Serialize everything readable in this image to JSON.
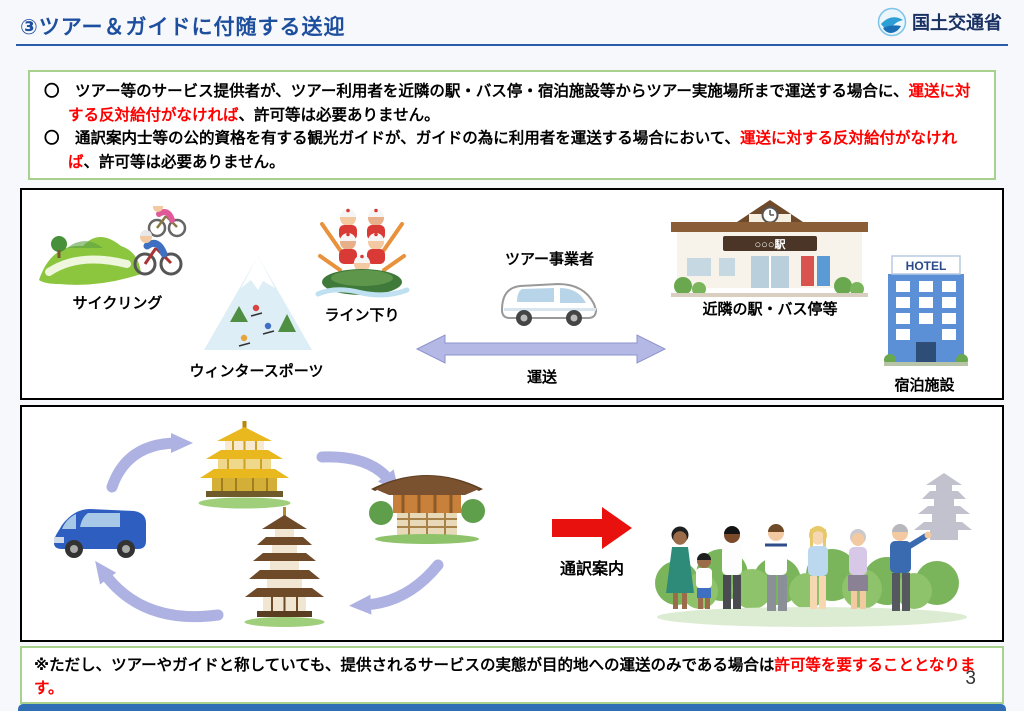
{
  "header": {
    "title": "③ツアー＆ガイドに付随する送迎",
    "agency": "国土交通省"
  },
  "intro": {
    "bullets": [
      {
        "pre": "〇　ツアー等のサービス提供者が、ツアー利用者を近隣の駅・バス停・宿泊施設等からツアー実施場所まで運送する場合に、",
        "red": "運送に対する反対給付がなければ",
        "post": "、許可等は必要ありません。"
      },
      {
        "pre": "〇　通訳案内士等の公的資格を有する観光ガイドが、ガイドの為に利用者を運送する場合において、",
        "red": "運送に対する反対給付がなければ",
        "post": "、許可等は必要ありません。"
      }
    ]
  },
  "diagram1": {
    "cycling_label": "サイクリング",
    "winter_label": "ウィンタースポーツ",
    "rafting_label": "ライン下り",
    "operator_label": "ツアー事業者",
    "transport_label": "運送",
    "station_label": "近隣の駅・バス停等",
    "station_sign": "○○○駅",
    "hotel_sign": "HOTEL",
    "accommodation_label": "宿泊施設"
  },
  "diagram2": {
    "guide_label": "通訳案内"
  },
  "note": {
    "pre": "※ただし、ツアーやガイドと称していても、提供されるサービスの実態が目的地への運送のみである場合は",
    "red": "許可等を要することとなります。"
  },
  "page_number": "3",
  "colors": {
    "title_blue": "#1d4f9e",
    "red_text": "#ff0000",
    "green_border": "#a9d18e",
    "arrow_lavender": "#aeb2e2",
    "arrow_red": "#e8110d"
  }
}
